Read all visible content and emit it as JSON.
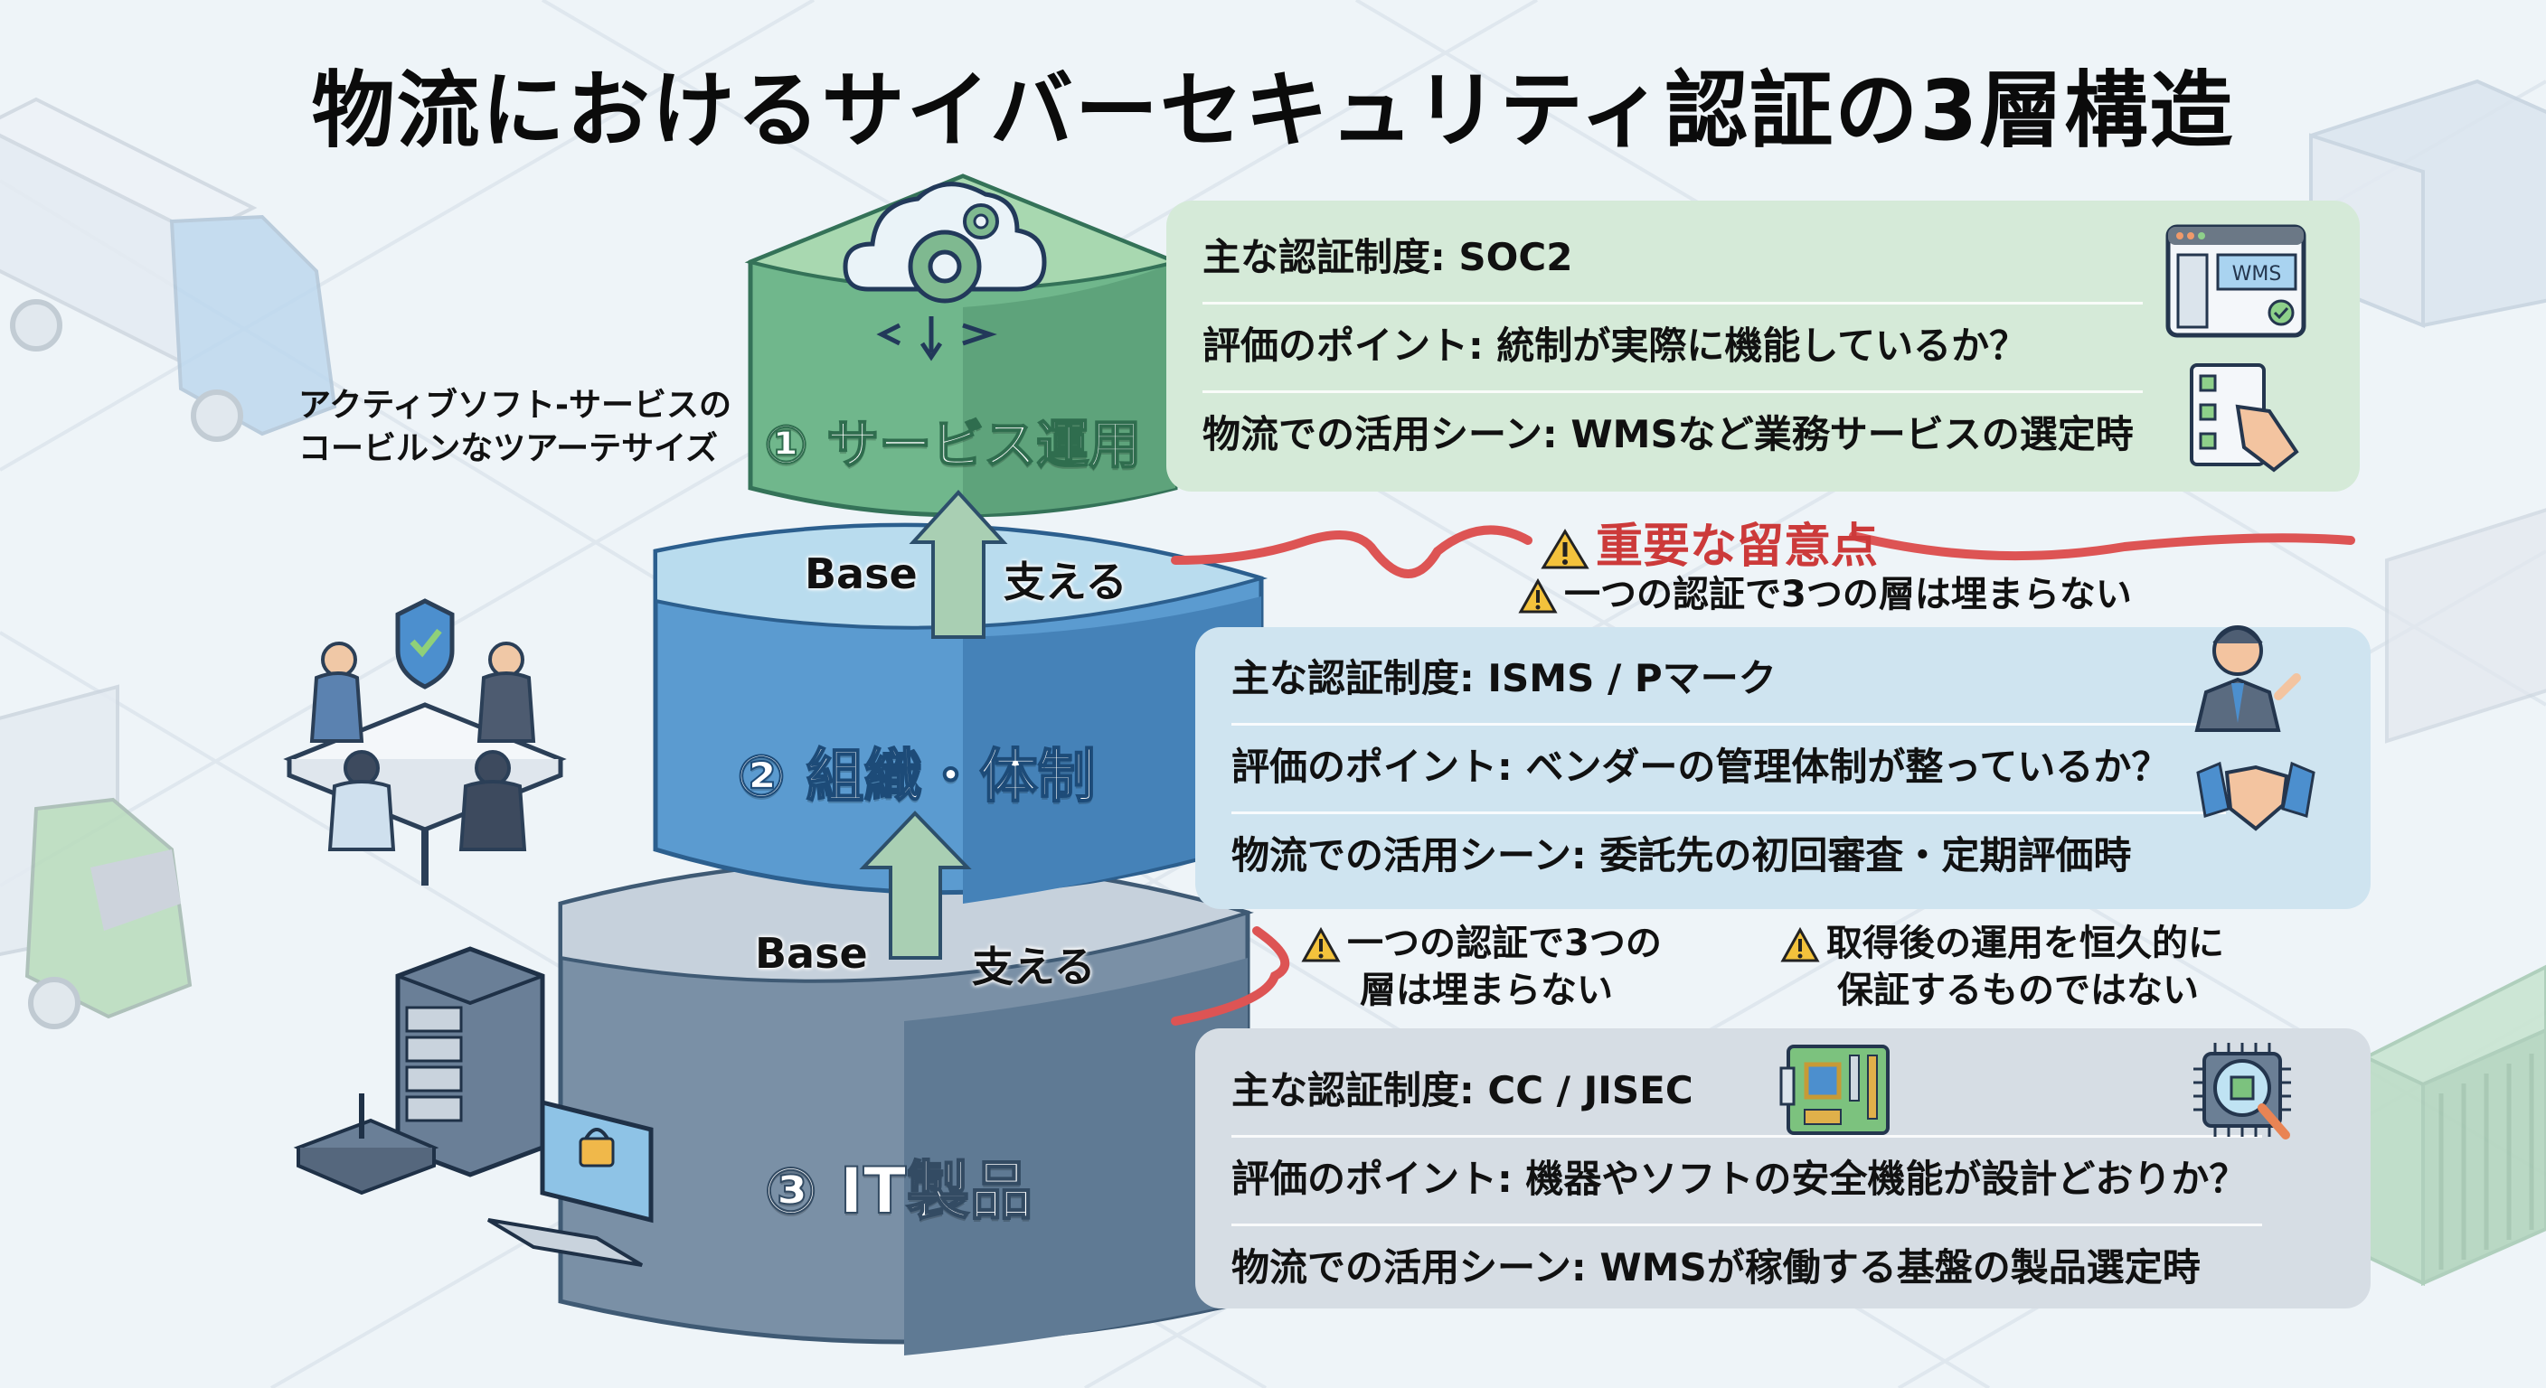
{
  "title": "物流におけるサイバーセキュリティ認証の3層構造",
  "side_note": {
    "line1": "アクティブソフト‐サービスの",
    "line2": "コービルンなツアーテサイズ"
  },
  "layers": [
    {
      "label": "① サービス運用",
      "color": "#6fb58a",
      "icon": "cloud-gear-icon",
      "certifications": "主な認証制度: SOC2",
      "evaluation": "評価のポイント: 統制が実際に機能しているか？",
      "use_case": "物流での活用シーン: WMSなど業務サービスの選定時",
      "panel_icons": [
        "wms-window-icon",
        "checklist-hand-icon"
      ],
      "wms_badge": "WMS"
    },
    {
      "label": "② 組織・体制",
      "color": "#4f8fc4",
      "icon": "meeting-shield-icon",
      "certifications": "主な認証制度: ISMS / Pマーク",
      "evaluation": "評価のポイント: ベンダーの管理体制が整っているか？",
      "use_case": "物流での活用シーン: 委託先の初回審査・定期評価時",
      "panel_icons": [
        "businessman-icon",
        "handshake-icon"
      ]
    },
    {
      "label": "③ IT製品",
      "color": "#6f849b",
      "icon": "server-lock-icon",
      "certifications": "主な認証制度: CC / JISEC",
      "evaluation": "評価のポイント: 機器やソフトの安全機能が設計どおりか？",
      "use_case": "物流での活用シーン: WMSが稼働する基盤の製品選定時",
      "panel_icons": [
        "circuit-board-icon",
        "chip-magnifier-icon"
      ]
    }
  ],
  "arrows": [
    {
      "left_label": "Base",
      "right_label": "支える"
    },
    {
      "left_label": "Base",
      "right_label": "支える"
    }
  ],
  "warnings": {
    "title": "重要な留意点",
    "top_note": "一つの認証で3つの層は埋まらない",
    "bottom_left_line1": "一つの認証で3つの",
    "bottom_left_line2": "層は埋まらない",
    "bottom_right_line1": "取得後の運用を恒久的に",
    "bottom_right_line2": "保証するものではない",
    "accent": "#d94a4a"
  },
  "colors": {
    "background": "#eef4f8",
    "green_panel": "#d5ead8",
    "blue_panel": "#cfe4f0",
    "gray_panel": "#d6dde4",
    "warning_yellow": "#f3c23c"
  }
}
